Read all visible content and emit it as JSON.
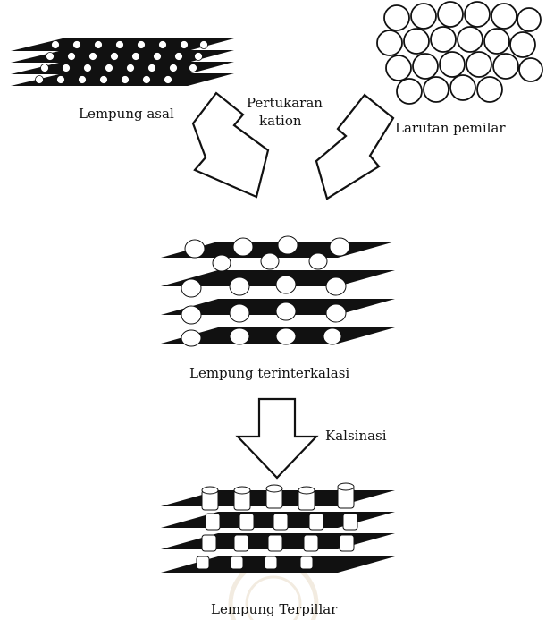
{
  "labels": {
    "lempung_asal": "Lempung asal",
    "pertukaran": "Pertukaran",
    "kation": "kation",
    "larutan_pemilar": "Larutan pemilar",
    "lempung_terinterkalasi": "Lempung terinterkalasi",
    "kalsinasi": "Kalsinasi",
    "lempung_terpillar": "Lempung Terpillar"
  },
  "colors": {
    "sheet": "#111111",
    "ball_fill": "#ffffff",
    "ball_stroke": "#111111",
    "text": "#111111",
    "watermark": "#e9dcc8"
  }
}
